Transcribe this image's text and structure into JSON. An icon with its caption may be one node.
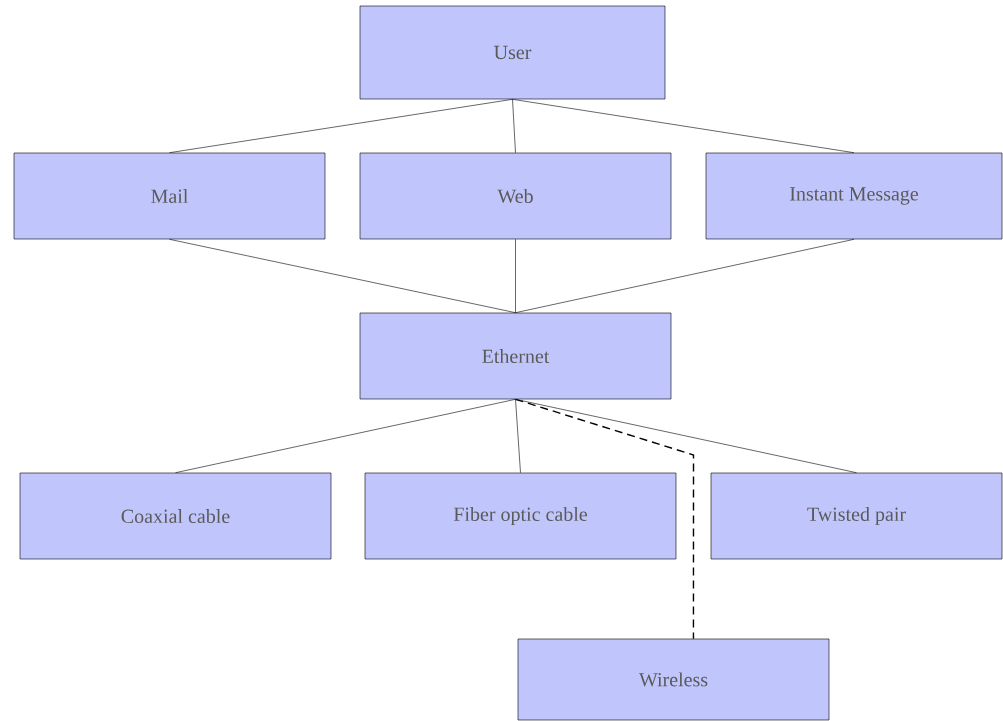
{
  "diagram": {
    "nodes": [
      {
        "text": [
          "User"
        ]
      },
      {
        "text": [
          "Mail"
        ]
      },
      {
        "text": [
          "Web"
        ]
      },
      {
        "text": [
          "Instant Message"
        ]
      },
      {
        "text": [
          "Ethernet"
        ]
      },
      {
        "text": [
          "Coaxial cable"
        ]
      },
      {
        "text": [
          "Fiber optic cable"
        ]
      },
      {
        "text": [
          "Twisted pair"
        ]
      },
      {
        "text": [
          "Wireless"
        ]
      }
    ],
    "edges": [
      {
        "from": 0,
        "to": 1,
        "arrow": "none"
      },
      {
        "from": 0,
        "to": 2,
        "arrow": "none"
      },
      {
        "from": 0,
        "to": 3,
        "arrow": "none"
      },
      {
        "from": 1,
        "to": 4,
        "arrow": "none"
      },
      {
        "from": 2,
        "to": 4,
        "arrow": "none"
      },
      {
        "from": 3,
        "to": 4,
        "arrow": "none"
      },
      {
        "from": 4,
        "to": 5,
        "arrow": "none"
      },
      {
        "from": 4,
        "to": 6,
        "arrow": "none"
      },
      {
        "from": 4,
        "to": 7,
        "arrow": "none"
      },
      {
        "from": 4,
        "to": 8,
        "arrow": "none",
        "style": "dashed"
      }
    ]
  }
}
